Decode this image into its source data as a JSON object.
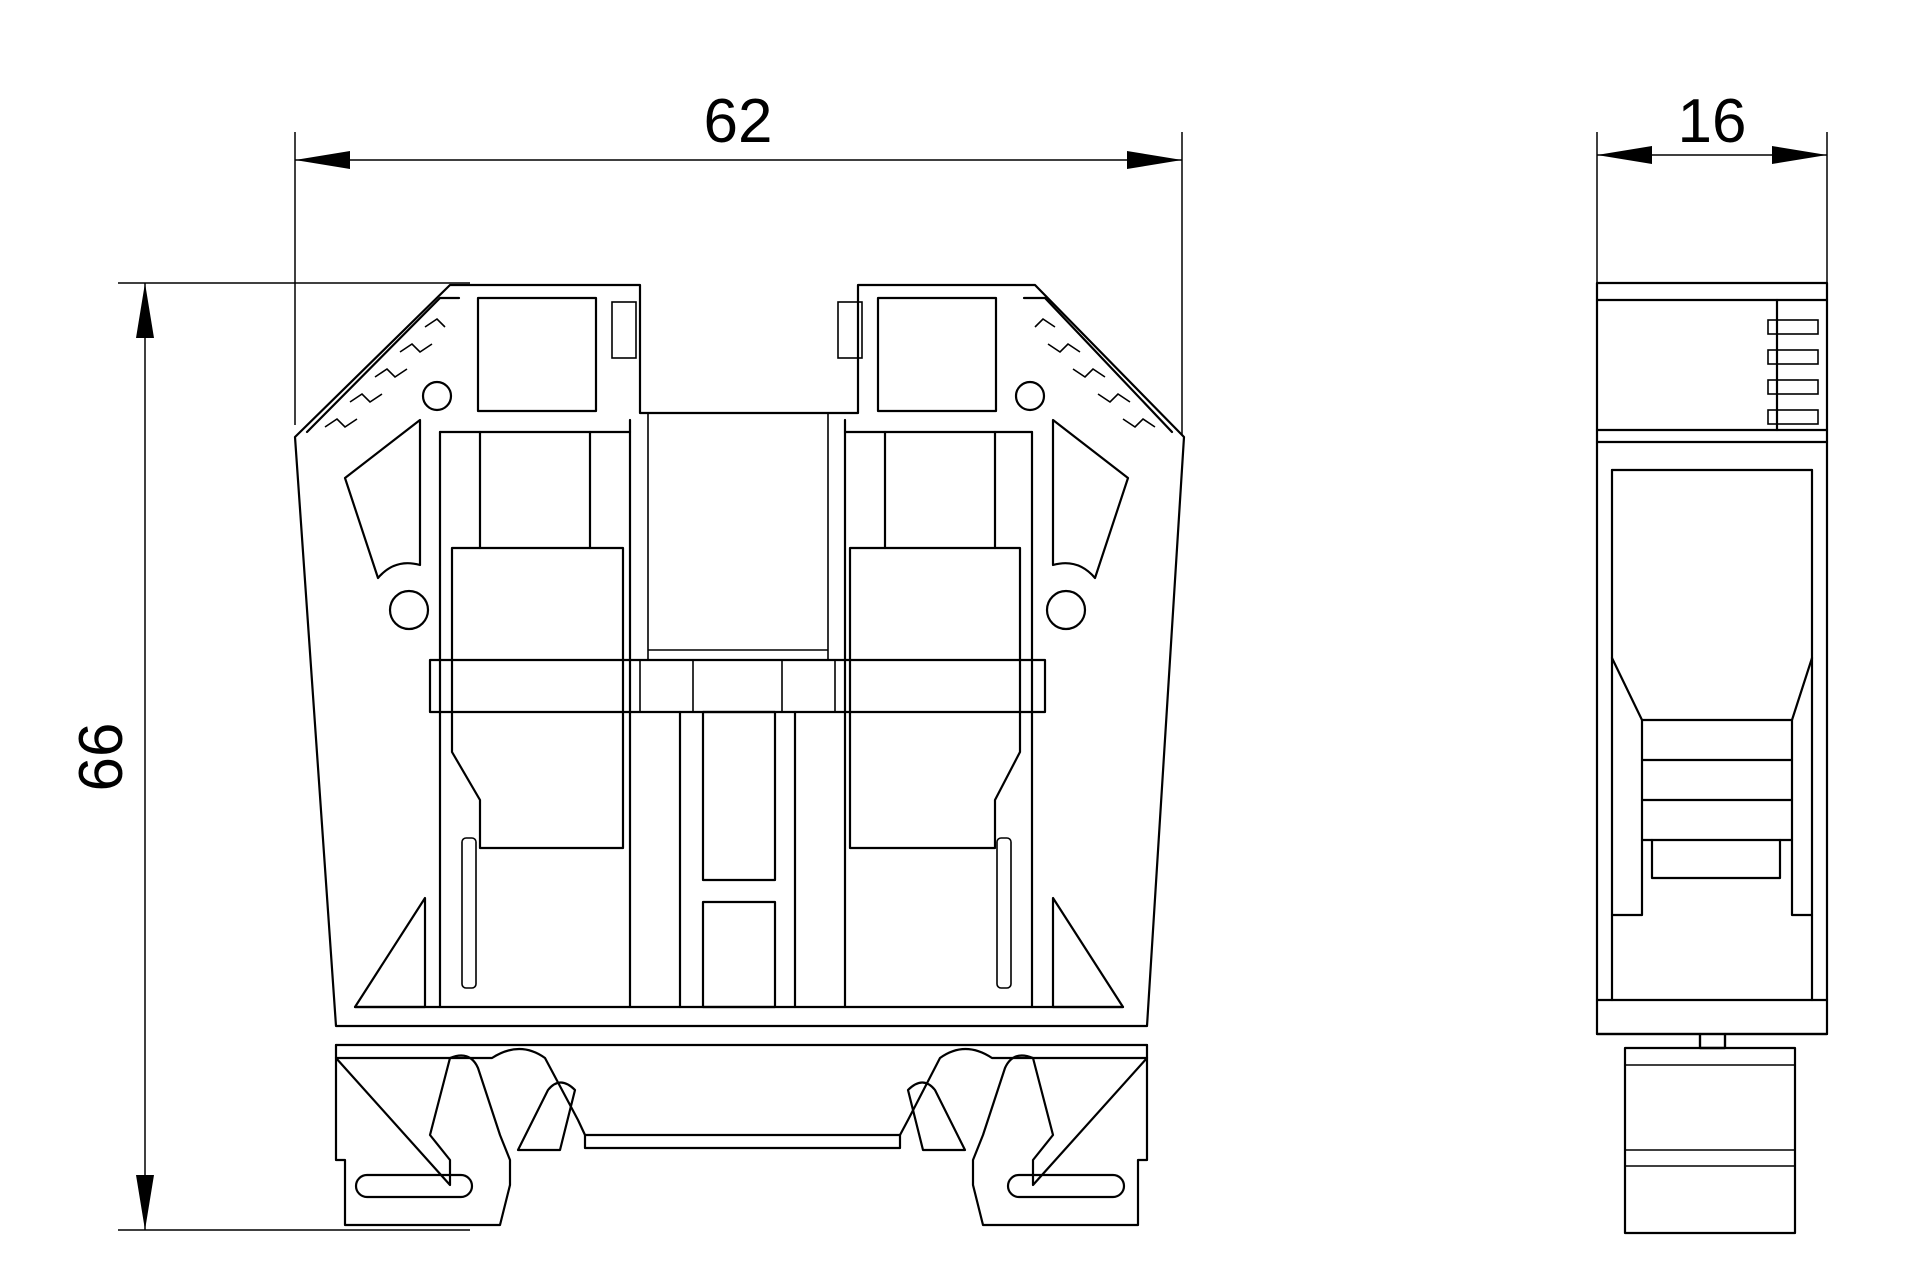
{
  "dimensions": {
    "width": "62",
    "height": "66",
    "depth": "16"
  },
  "colors": {
    "line": "#000000",
    "background": "#ffffff"
  }
}
